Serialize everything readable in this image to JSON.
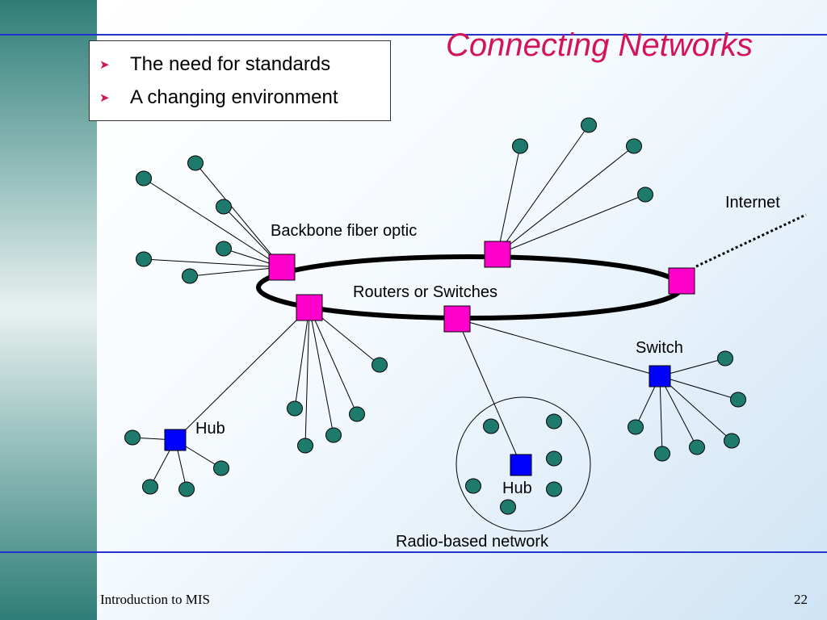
{
  "slide": {
    "title": "Connecting Networks",
    "bullets": [
      "The need for standards",
      "A changing environment"
    ],
    "footer_left": "Introduction to MIS",
    "page_number": "22"
  },
  "diagram": {
    "labels": {
      "backbone": "Backbone fiber optic",
      "routers": "Routers or Switches",
      "internet": "Internet",
      "switch": "Switch",
      "hub_left": "Hub",
      "hub_radio": "Hub",
      "radio_network": "Radio-based network"
    },
    "colors": {
      "router": "#ff00cc",
      "hub": "#0000ff",
      "node": "#1f7a6e",
      "title": "#d4145a"
    }
  }
}
